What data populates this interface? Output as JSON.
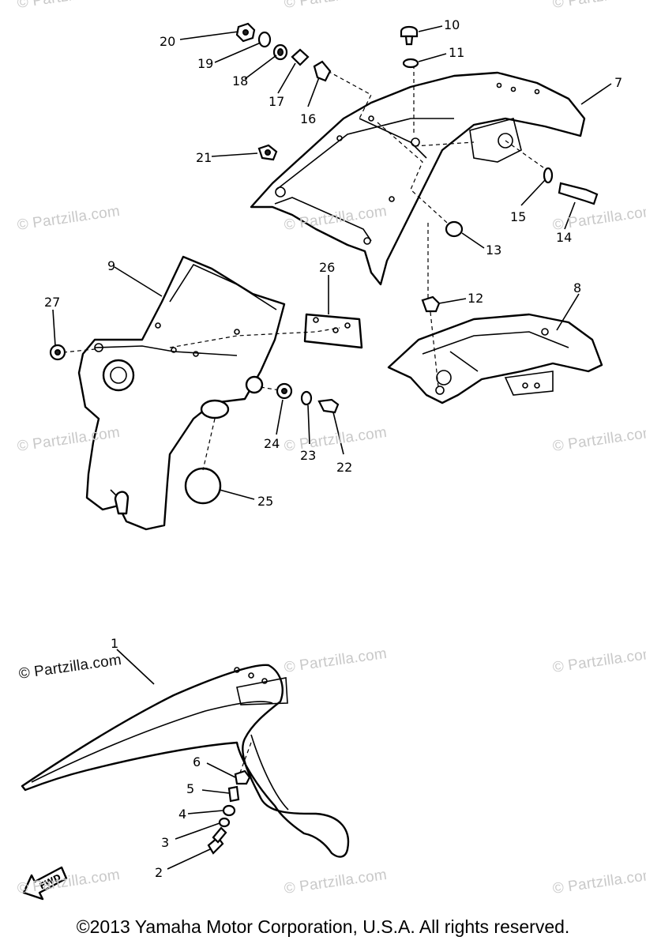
{
  "watermarks": [
    "© Partzilla.com",
    "© Partzilla.com",
    "© Partzilla.com",
    "© Partzilla.com",
    "© Partzilla.com",
    "© Partzilla.com",
    "© Partzilla.com",
    "© Partzilla.com",
    "© Partzilla.com",
    "© Partzilla.com",
    "© Partzilla.com",
    "© Partzilla.com",
    "© Partzilla.com",
    "© Partzilla.com",
    "© Partzilla.com"
  ],
  "watermark_dark": "© Partzilla.com",
  "fwd_label": "FWD",
  "callouts": [
    "1",
    "2",
    "3",
    "4",
    "5",
    "6",
    "7",
    "8",
    "9",
    "10",
    "11",
    "12",
    "13",
    "14",
    "15",
    "16",
    "17",
    "18",
    "19",
    "20",
    "21",
    "22",
    "23",
    "24",
    "25",
    "26",
    "27"
  ],
  "copyright": "©2013 Yamaha Motor Corporation, U.S.A. All rights reserved."
}
